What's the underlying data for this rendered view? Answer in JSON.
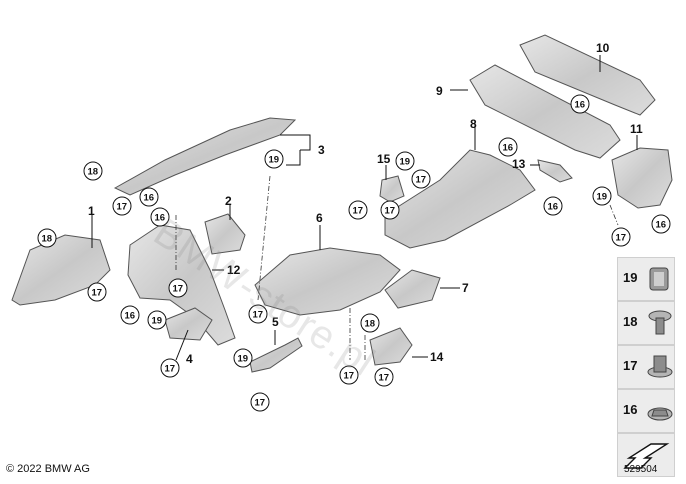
{
  "copyright": "© 2022 BMW AG",
  "diagram_id": "529504",
  "watermark": "BMW-store.pl",
  "callouts": {
    "c1": "1",
    "c2": "2",
    "c3": "3",
    "c4": "4",
    "c5": "5",
    "c6": "6",
    "c7": "7",
    "c8": "8",
    "c9": "9",
    "c10": "10",
    "c11": "11",
    "c12": "12",
    "c13": "13",
    "c14": "14",
    "c15": "15"
  },
  "circles": {
    "n16": "16",
    "n17": "17",
    "n18": "18",
    "n19": "19"
  },
  "legend": {
    "p19": "19",
    "p18": "18",
    "p17": "17",
    "p16": "16"
  },
  "colors": {
    "part_fill": "#d4d4d4",
    "part_stroke": "#555555",
    "panel_bg": "#ececec"
  }
}
